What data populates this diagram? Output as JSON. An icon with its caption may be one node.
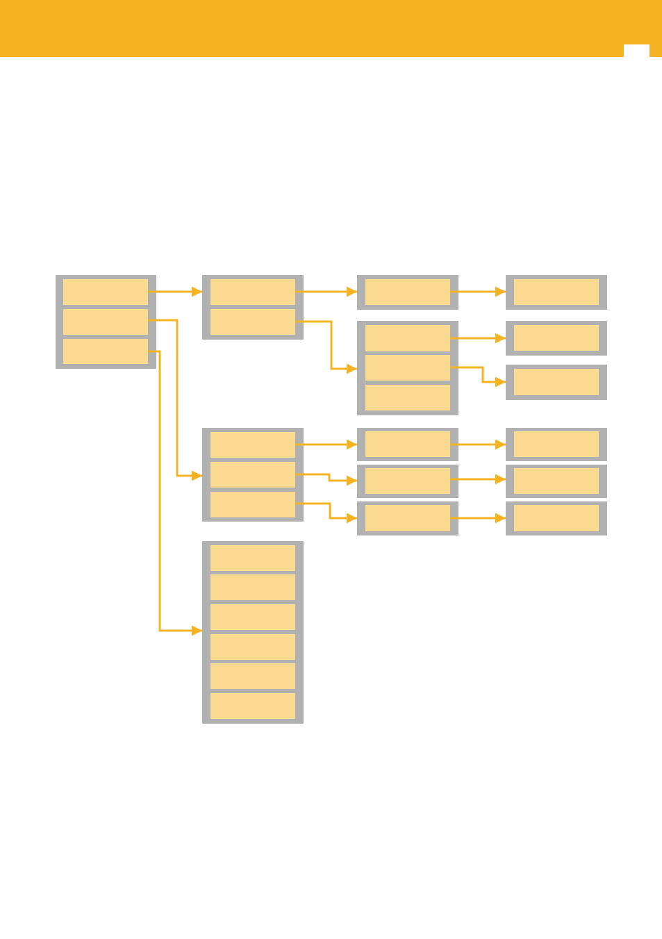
{
  "diagram": {
    "nodes": [
      {
        "text": [],
        "shape": "box"
      },
      {
        "text": [],
        "shape": "box",
        "in": 0
      },
      {
        "text": [],
        "shape": "box",
        "in": 0
      },
      {
        "text": [],
        "shape": "box",
        "in": 0
      },
      {
        "text": [],
        "shape": "box"
      },
      {
        "text": [],
        "shape": "box",
        "in": 4
      },
      {
        "text": [],
        "shape": "box",
        "in": 4
      },
      {
        "text": [],
        "shape": "box"
      },
      {
        "text": [],
        "shape": "box",
        "in": 7
      },
      {
        "text": [],
        "shape": "box"
      },
      {
        "text": [],
        "shape": "box",
        "in": 9
      },
      {
        "text": [],
        "shape": "box"
      },
      {
        "text": [],
        "shape": "box",
        "in": 11
      },
      {
        "text": [],
        "shape": "box",
        "in": 11
      },
      {
        "text": [],
        "shape": "box",
        "in": 11
      },
      {
        "text": [],
        "shape": "box"
      },
      {
        "text": [],
        "shape": "box",
        "in": 15
      },
      {
        "text": [],
        "shape": "box"
      },
      {
        "text": [],
        "shape": "box",
        "in": 17
      },
      {
        "text": [],
        "shape": "box"
      },
      {
        "text": [],
        "shape": "box",
        "in": 19
      },
      {
        "text": [],
        "shape": "box",
        "in": 19
      },
      {
        "text": [],
        "shape": "box",
        "in": 19
      },
      {
        "text": [],
        "shape": "box"
      },
      {
        "text": [],
        "shape": "box",
        "in": 23
      },
      {
        "text": [],
        "shape": "box"
      },
      {
        "text": [],
        "shape": "box",
        "in": 25
      },
      {
        "text": [],
        "shape": "box"
      },
      {
        "text": [],
        "shape": "box",
        "in": 27
      },
      {
        "text": [],
        "shape": "box"
      },
      {
        "text": [],
        "shape": "box",
        "in": 29
      },
      {
        "text": [],
        "shape": "box"
      },
      {
        "text": [],
        "shape": "box",
        "in": 31
      },
      {
        "text": [],
        "shape": "box"
      },
      {
        "text": [],
        "shape": "box",
        "in": 33
      },
      {
        "text": [],
        "shape": "box"
      },
      {
        "text": [],
        "shape": "box",
        "in": 35
      },
      {
        "text": [],
        "shape": "box",
        "in": 35
      },
      {
        "text": [],
        "shape": "box",
        "in": 35
      },
      {
        "text": [],
        "shape": "box",
        "in": 35
      },
      {
        "text": [],
        "shape": "box",
        "in": 35
      },
      {
        "text": [],
        "shape": "box",
        "in": 35
      }
    ],
    "edges": [
      {
        "from": 1,
        "to": 4,
        "arrow": "to"
      },
      {
        "from": 2,
        "to": 19,
        "arrow": "to"
      },
      {
        "from": 3,
        "to": 35,
        "arrow": "to"
      },
      {
        "from": 5,
        "to": 7,
        "arrow": "to"
      },
      {
        "from": 6,
        "to": 11,
        "arrow": "to"
      },
      {
        "from": 8,
        "to": 9,
        "arrow": "to"
      },
      {
        "from": 12,
        "to": 15,
        "arrow": "to"
      },
      {
        "from": 13,
        "to": 17,
        "arrow": "to"
      },
      {
        "from": 20,
        "to": 23,
        "arrow": "to"
      },
      {
        "from": 21,
        "to": 27,
        "arrow": "to"
      },
      {
        "from": 22,
        "to": 31,
        "arrow": "to"
      },
      {
        "from": 24,
        "to": 25,
        "arrow": "to"
      },
      {
        "from": 28,
        "to": 29,
        "arrow": "to"
      },
      {
        "from": 32,
        "to": 33,
        "arrow": "to"
      }
    ]
  }
}
